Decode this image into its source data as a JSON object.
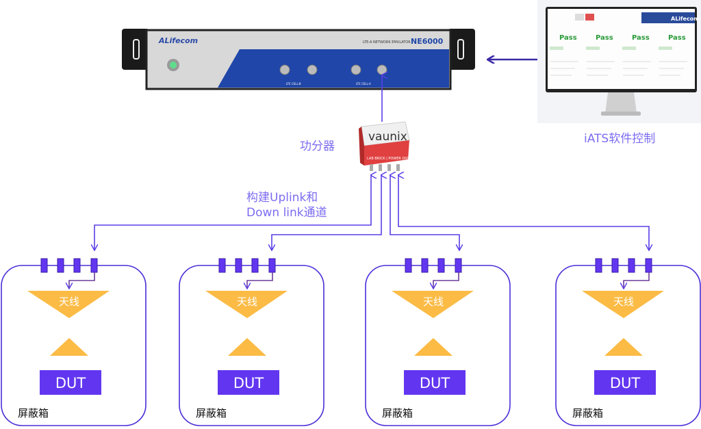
{
  "emulator": {
    "brand": "ALifecom",
    "subtitle": "LTE-A NETWORK EMULATOR",
    "model": "NE6000",
    "cell_b": "LTE CELL-B",
    "cell_a": "LTE CELL-A"
  },
  "splitter": {
    "brand": "vaunix",
    "strip": "LAB BRICK | POWER DIVIDER",
    "label": "功分器"
  },
  "software": {
    "label": "iATS软件控制",
    "brand": "ALifecom",
    "status": [
      "Pass",
      "Pass",
      "Pass",
      "Pass"
    ]
  },
  "links": {
    "line1": "构建Uplink和",
    "line2": "Down link通道"
  },
  "colors": {
    "wire": "#5a3ee8",
    "dut": "#6236f0",
    "antenna": "#fbbb45",
    "label": "#7b6cf0"
  },
  "boxes": [
    {
      "label": "屏蔽箱",
      "antenna": "天线",
      "dut": "DUT"
    },
    {
      "label": "屏蔽箱",
      "antenna": "天线",
      "dut": "DUT"
    },
    {
      "label": "屏蔽箱",
      "antenna": "天线",
      "dut": "DUT"
    },
    {
      "label": "屏蔽箱",
      "antenna": "天线",
      "dut": "DUT"
    }
  ]
}
